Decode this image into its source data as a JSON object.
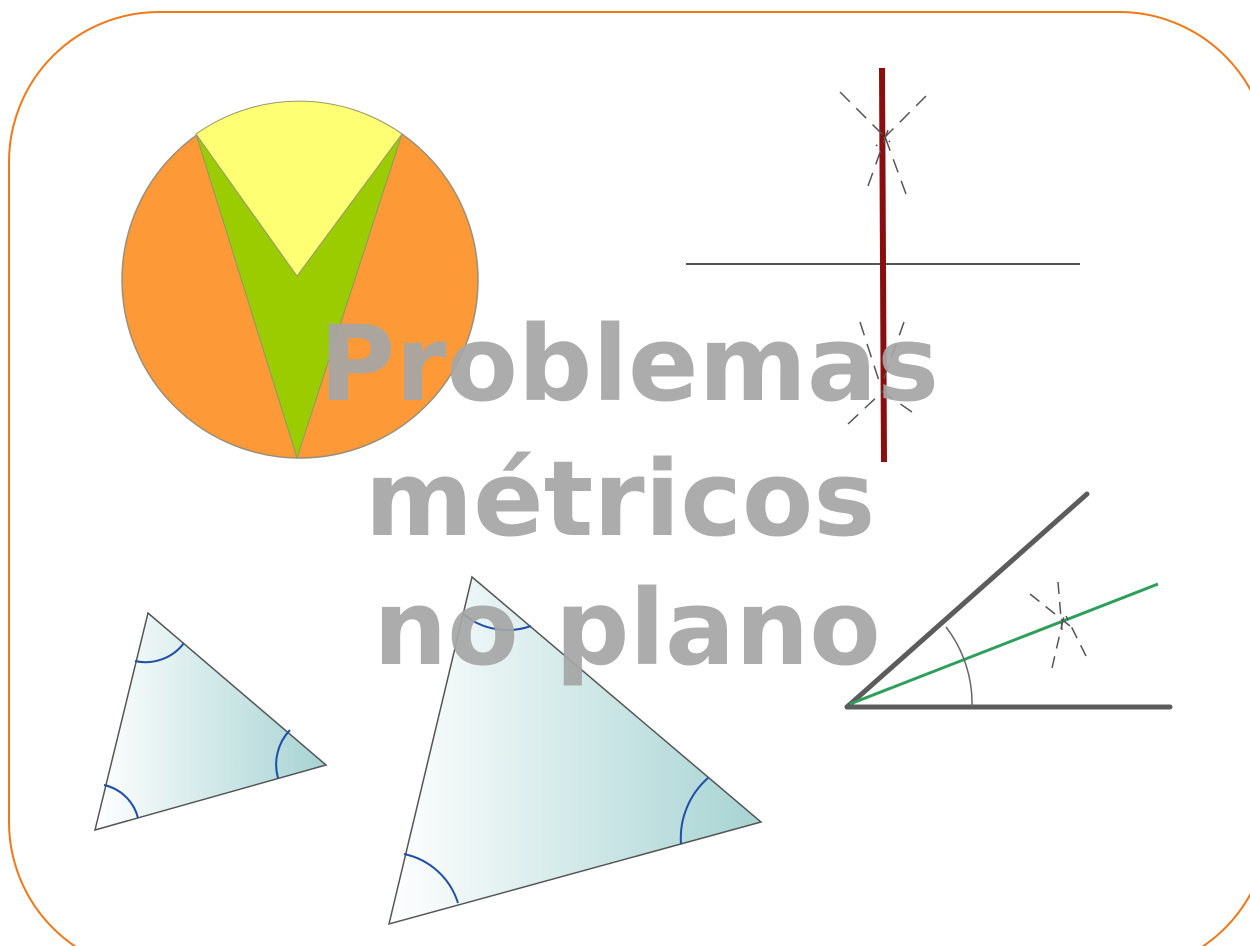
{
  "title": {
    "line1": "Problemas",
    "line2": "métricos",
    "line3": "no plano"
  },
  "colors": {
    "frame_border": "#f07818",
    "circle_orange": "#fd9a37",
    "sector_yellow": "#ffff73",
    "kite_green": "#9bcc00",
    "perpendicular_red": "#8b0e0e",
    "bisector_green": "#2e9e5a",
    "angle_arc_blue": "#1f4fa6",
    "triangle_fill_dark": "#a7d3d3",
    "triangle_fill_light": "#ffffff",
    "title_gray": "#a6a6a6"
  },
  "icons": {
    "circle_figure": "circle-sectors-icon",
    "perpendicular_figure": "perpendicular-bisector-icon",
    "angle_figure": "angle-bisector-icon",
    "triangles_figure": "similar-triangles-icon"
  }
}
